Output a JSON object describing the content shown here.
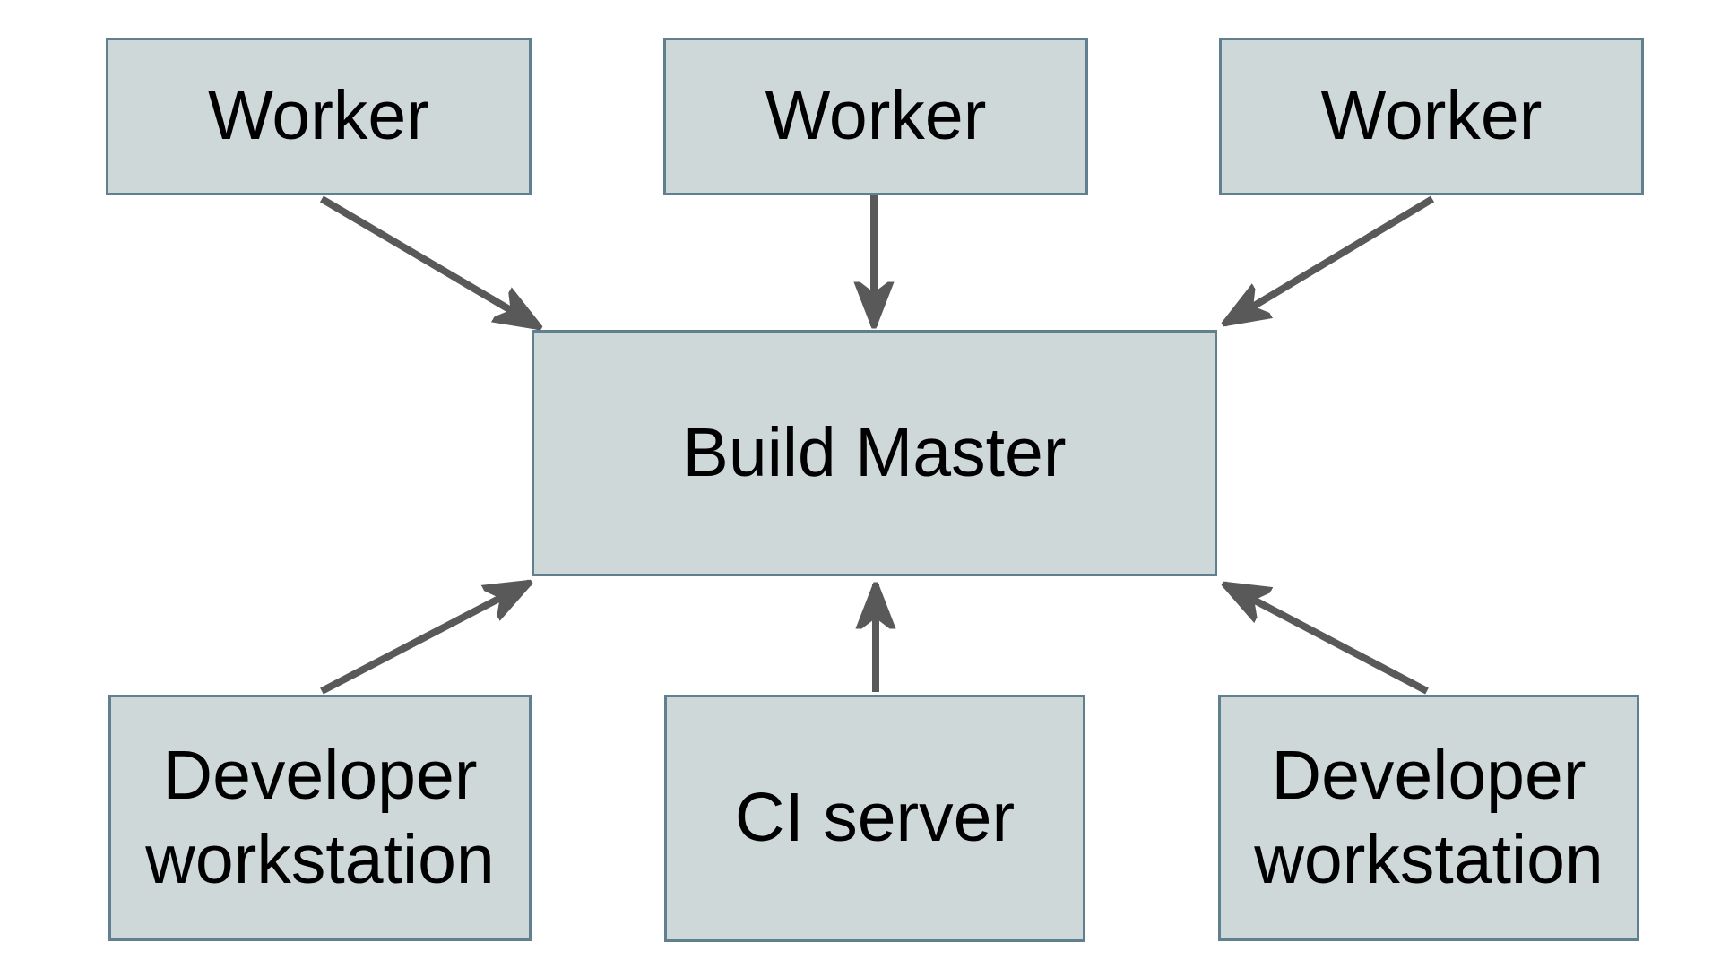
{
  "diagram": {
    "nodes": {
      "worker1": {
        "label": "Worker"
      },
      "worker2": {
        "label": "Worker"
      },
      "worker3": {
        "label": "Worker"
      },
      "buildMaster": {
        "label": "Build Master"
      },
      "devWorkstationLeft": {
        "label": "Developer workstation"
      },
      "ciServer": {
        "label": "CI server"
      },
      "devWorkstationRight": {
        "label": "Developer workstation"
      }
    },
    "edges": [
      {
        "from": "worker1",
        "to": "buildMaster"
      },
      {
        "from": "worker2",
        "to": "buildMaster"
      },
      {
        "from": "worker3",
        "to": "buildMaster"
      },
      {
        "from": "devWorkstationLeft",
        "to": "buildMaster"
      },
      {
        "from": "ciServer",
        "to": "buildMaster"
      },
      {
        "from": "devWorkstationRight",
        "to": "buildMaster"
      }
    ],
    "colors": {
      "node_fill": "#cfd8d9",
      "node_border": "#61808f",
      "arrow": "#595959",
      "text": "#000000",
      "background": "#ffffff"
    }
  }
}
